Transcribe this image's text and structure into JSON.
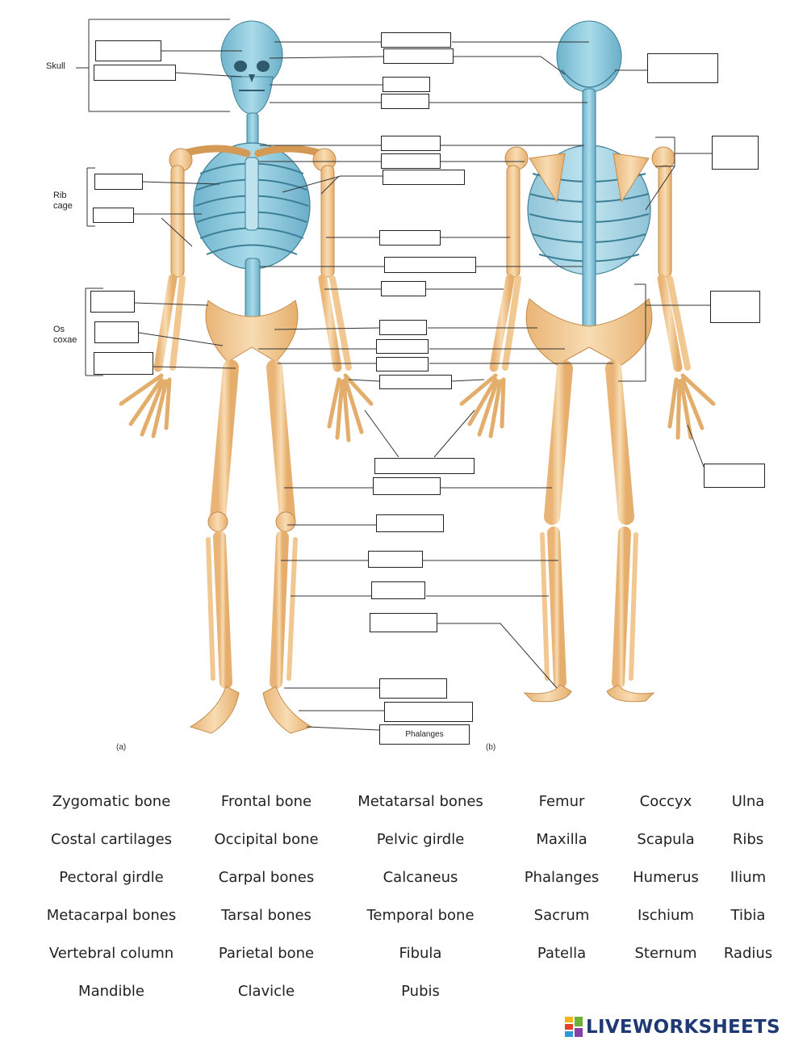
{
  "figure": {
    "side_labels": {
      "skull": "Skull",
      "rib_cage": "Rib\ncage",
      "os_coxae": "Os\ncoxae"
    },
    "captions": {
      "anterior": "(a)",
      "posterior": "(b)"
    },
    "prefilled_label": "Phalanges",
    "colors": {
      "axial": "#8fc7db",
      "appendicular": "#f2c892",
      "line": "#333333"
    }
  },
  "word_bank": [
    [
      "Zygomatic bone",
      "Frontal bone",
      "Metatarsal bones",
      "Femur",
      "Coccyx",
      "Ulna"
    ],
    [
      "Costal cartilages",
      "Occipital bone",
      "Pelvic girdle",
      "Maxilla",
      "Scapula",
      "Ribs"
    ],
    [
      "Pectoral girdle",
      "Carpal bones",
      "Calcaneus",
      "Phalanges",
      "Humerus",
      "Ilium"
    ],
    [
      "Metacarpal bones",
      "Tarsal bones",
      "Temporal bone",
      "Sacrum",
      "Ischium",
      "Tibia"
    ],
    [
      "Vertebral column",
      "Parietal bone",
      "Fibula",
      "Patella",
      "Sternum",
      "Radius"
    ],
    [
      "Mandible",
      "Clavicle",
      "Pubis"
    ]
  ],
  "branding": {
    "name": "LIVEWORKSHEETS",
    "icon": "liveworksheets-logo-icon"
  }
}
